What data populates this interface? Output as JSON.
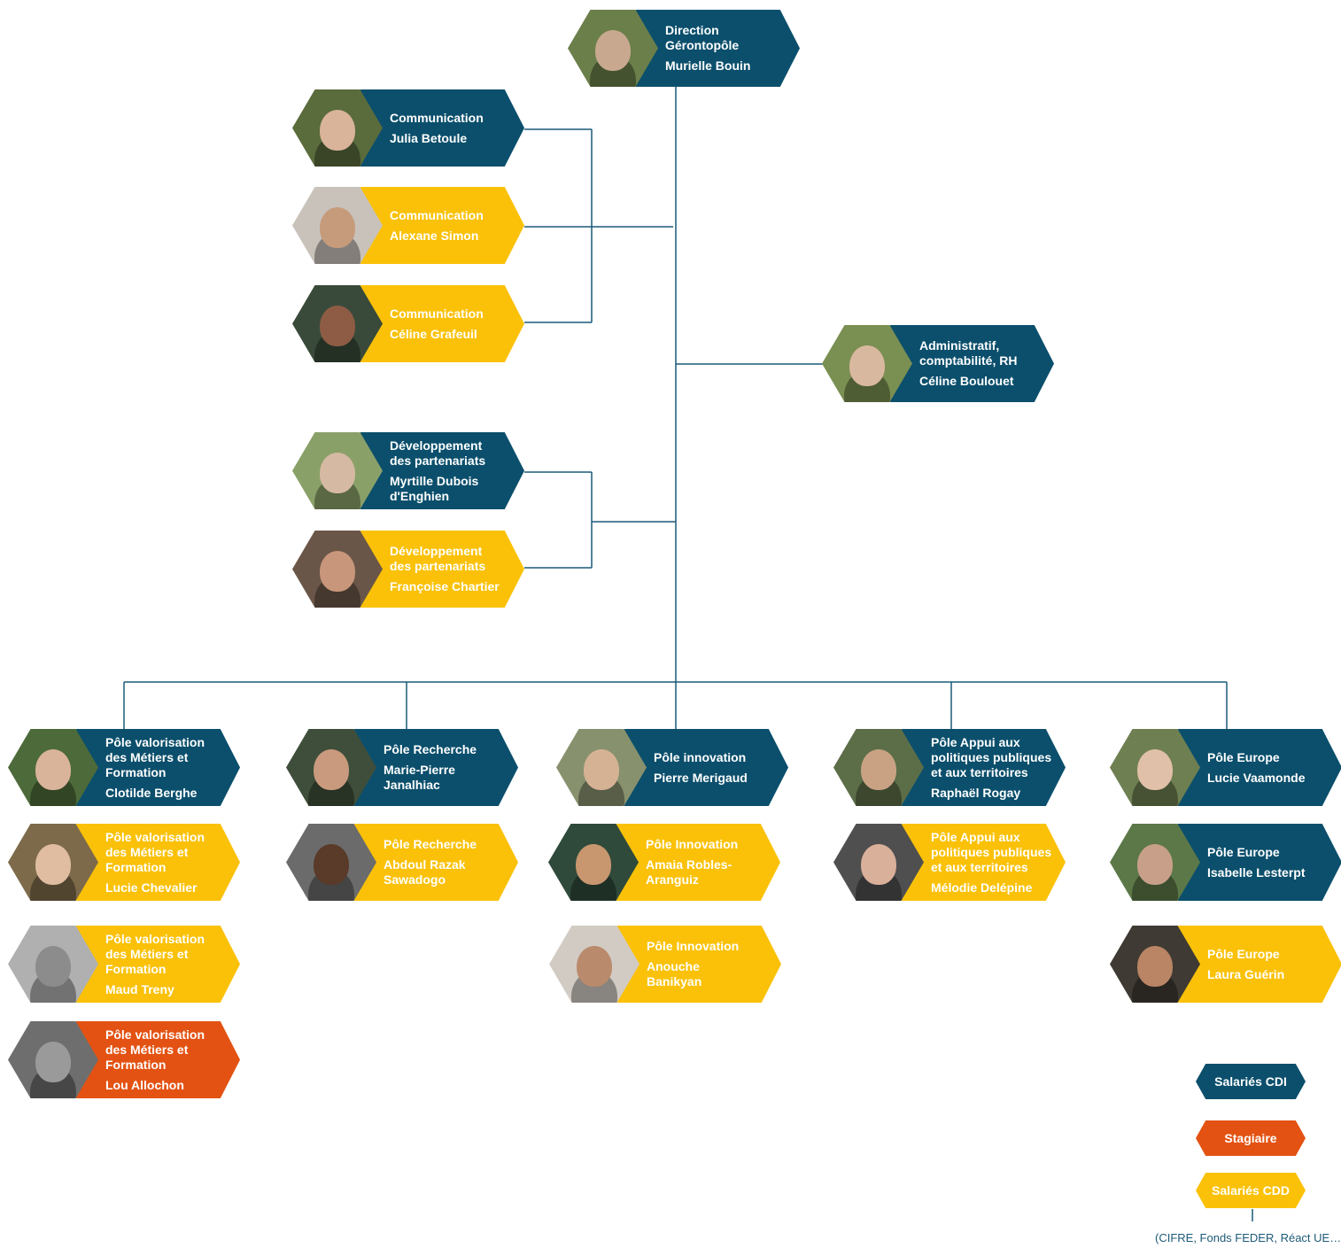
{
  "colors": {
    "cdi": "#0b4f6c",
    "cdd": "#fac108",
    "stagiaire": "#e35212",
    "line": "#1a5a78"
  },
  "cards": {
    "direction": {
      "role": "Direction\nGérontopôle",
      "name": "Murielle Bouin",
      "contract": "cdi",
      "icon": "person-photo-icon"
    },
    "com1": {
      "role": "Communication",
      "name": "Julia Betoule",
      "contract": "cdi",
      "icon": "person-photo-icon"
    },
    "com2": {
      "role": "Communication",
      "name": "Alexane Simon",
      "contract": "cdd",
      "icon": "person-photo-icon"
    },
    "com3": {
      "role": "Communication",
      "name": "Céline Grafeuil",
      "contract": "cdd",
      "icon": "person-photo-icon"
    },
    "admin": {
      "role": "Administratif,\ncomptabilité, RH",
      "name": "Céline Boulouet",
      "contract": "cdi",
      "icon": "person-photo-icon"
    },
    "dev1": {
      "role": "Développement\ndes partenariats",
      "name": "Myrtille Dubois\nd'Enghien",
      "contract": "cdi",
      "icon": "person-photo-icon"
    },
    "dev2": {
      "role": "Développement\ndes partenariats",
      "name": "Françoise Chartier",
      "contract": "cdd",
      "icon": "person-photo-icon"
    },
    "metiers1": {
      "role": "Pôle valorisation\ndes Métiers et\nFormation",
      "name": "Clotilde Berghe",
      "contract": "cdi",
      "icon": "person-photo-icon"
    },
    "metiers2": {
      "role": "Pôle valorisation\ndes Métiers et\nFormation",
      "name": "Lucie Chevalier",
      "contract": "cdd",
      "icon": "person-photo-icon"
    },
    "metiers3": {
      "role": "Pôle valorisation\ndes Métiers et\nFormation",
      "name": "Maud Treny",
      "contract": "cdd",
      "icon": "person-photo-icon"
    },
    "metiers4": {
      "role": "Pôle valorisation\ndes Métiers et\nFormation",
      "name": "Lou Allochon",
      "contract": "stagiaire",
      "icon": "person-photo-icon"
    },
    "recherche1": {
      "role": "Pôle Recherche",
      "name": "Marie-Pierre\nJanalhiac",
      "contract": "cdi",
      "icon": "person-photo-icon"
    },
    "recherche2": {
      "role": "Pôle Recherche",
      "name": "Abdoul Razak\nSawadogo",
      "contract": "cdd",
      "icon": "person-photo-icon"
    },
    "innovation1": {
      "role": "Pôle innovation",
      "name": "Pierre Merigaud",
      "contract": "cdi",
      "icon": "person-photo-icon"
    },
    "innovation2": {
      "role": "Pôle Innovation",
      "name": "Amaia Robles-\nAranguiz",
      "contract": "cdd",
      "icon": "person-photo-icon"
    },
    "innovation3": {
      "role": "Pôle Innovation",
      "name": "Anouche\nBanikyan",
      "contract": "cdd",
      "icon": "person-photo-icon"
    },
    "appui1": {
      "role": "Pôle Appui aux\npolitiques publiques\net aux territoires",
      "name": "Raphaël Rogay",
      "contract": "cdi",
      "icon": "person-photo-icon"
    },
    "appui2": {
      "role": "Pôle Appui aux\npolitiques publiques\net aux territoires",
      "name": "Mélodie Delépine",
      "contract": "cdd",
      "icon": "person-photo-icon"
    },
    "europe1": {
      "role": "Pôle Europe",
      "name": "Lucie Vaamonde",
      "contract": "cdi",
      "icon": "person-photo-icon"
    },
    "europe2": {
      "role": "Pôle Europe",
      "name": "Isabelle Lesterpt",
      "contract": "cdi",
      "icon": "person-photo-icon"
    },
    "europe3": {
      "role": "Pôle Europe",
      "name": "Laura Guérin",
      "contract": "cdd",
      "icon": "person-photo-icon"
    }
  },
  "legend": {
    "cdi": "Salariés CDI",
    "stagiaire": "Stagiaire",
    "cdd": "Salariés CDD",
    "cdd_note": "(CIFRE, Fonds FEDER, Réact UE…)"
  }
}
